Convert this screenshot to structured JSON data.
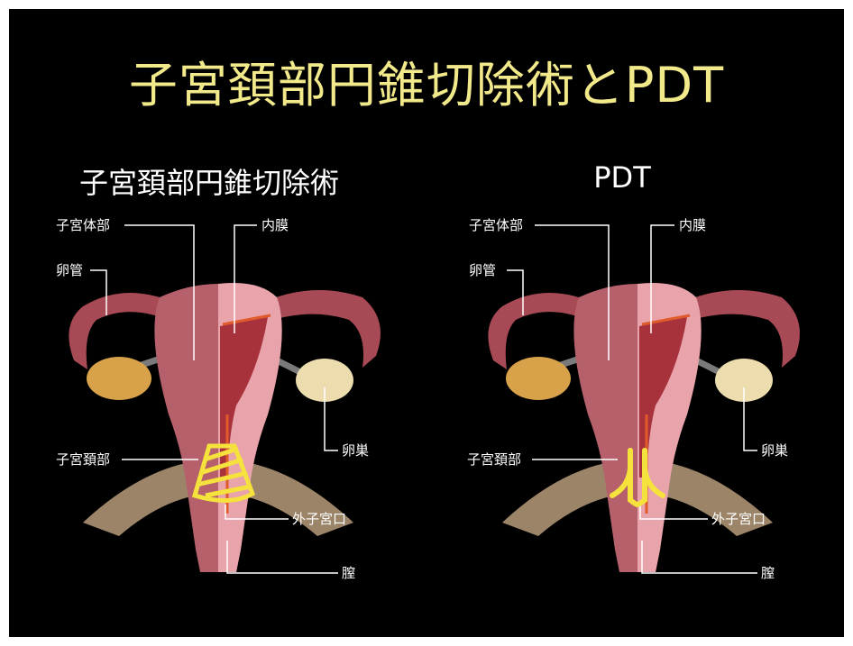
{
  "title": "子宮頚部円錐切除術とPDT",
  "left_panel": {
    "subtitle": "子宮頚部円錐切除術",
    "labels": {
      "uterine_body": "子宮体部",
      "fallopian_tube": "卵管",
      "endometrium": "内膜",
      "ovary": "卵巣",
      "cervix": "子宮頚部",
      "external_os": "外子宮口",
      "vagina": "膣"
    }
  },
  "right_panel": {
    "subtitle": "PDT",
    "labels": {
      "uterine_body": "子宮体部",
      "fallopian_tube": "卵管",
      "endometrium": "内膜",
      "ovary": "卵巣",
      "cervix": "子宮頚部",
      "external_os": "外子宮口",
      "vagina": "膣"
    }
  },
  "colors": {
    "background": "#000000",
    "title": "#f2e98a",
    "highlight": "#f5e23c",
    "uterus": "#b5606a",
    "uterus_cut": "#e8a3ab",
    "cavity": "#a8323c",
    "ovary_left": "#d8a24a",
    "ovary_right": "#ecdcae",
    "pelvis": "#9c8468"
  }
}
